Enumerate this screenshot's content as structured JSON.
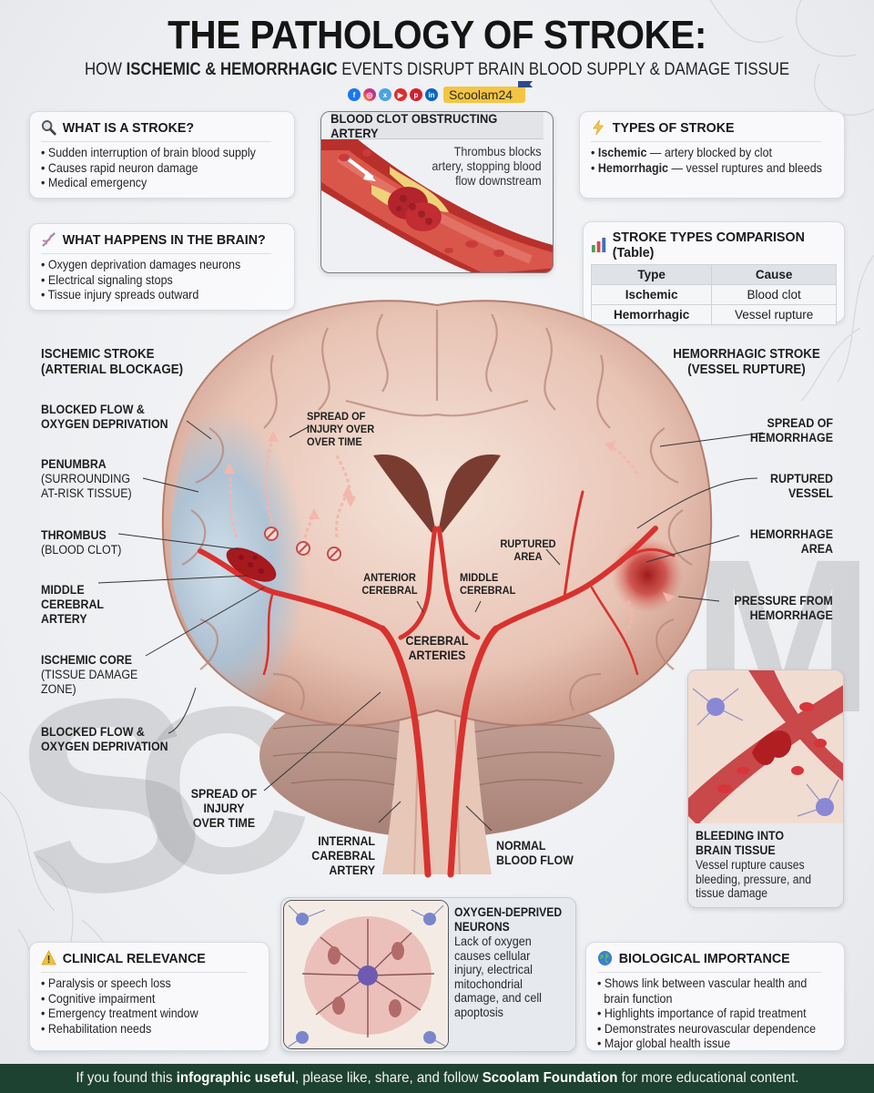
{
  "header": {
    "title": "THE PATHOLOGY OF STROKE:",
    "subtitle_pre": "HOW ",
    "subtitle_bold": "ISCHEMIC & HEMORRHAGIC",
    "subtitle_post": " EVENTS DISRUPT BRAIN BLOOD SUPPLY & DAMAGE TISSUE",
    "social_icons": [
      "facebook-icon",
      "instagram-icon",
      "x-icon",
      "youtube-icon",
      "pinterest-icon",
      "linkedin-icon"
    ],
    "handle": "Scoolam24"
  },
  "cards": {
    "what_is": {
      "icon": "magnifier-icon",
      "title": "WHAT IS A STROKE?",
      "items": [
        "Sudden interruption of brain blood supply",
        "Causes rapid neuron damage",
        "Medical emergency"
      ]
    },
    "what_happens": {
      "icon": "dna-icon",
      "title": "WHAT HAPPENS IN THE BRAIN?",
      "items": [
        "Oxygen deprivation damages neurons",
        "Electrical signaling stops",
        "Tissue injury spreads outward"
      ]
    },
    "clot": {
      "title": "BLOOD CLOT OBSTRUCTING ARTERY",
      "caption_lines": [
        "Thrombus blocks",
        "artery, stopping blood",
        "flow downstream"
      ]
    },
    "types": {
      "icon": "lightning-icon",
      "title": "TYPES OF STROKE",
      "items": [
        {
          "bold": "Ischemic",
          "text": " — artery blocked by clot"
        },
        {
          "bold": "Hemorrhagic",
          "text": " — vessel ruptures and bleeds"
        }
      ]
    },
    "comparison": {
      "icon": "bar-chart-icon",
      "title": "STROKE TYPES COMPARISON (Table)",
      "columns": [
        "Type",
        "Cause"
      ],
      "rows": [
        [
          "Ischemic",
          "Blood clot"
        ],
        [
          "Hemorrhagic",
          "Vessel rupture"
        ]
      ]
    },
    "clinical": {
      "icon": "warning-icon",
      "title": "CLINICAL RELEVANCE",
      "items": [
        "Paralysis or speech loss",
        "Cognitive impairment",
        "Emergency treatment window",
        "Rehabilitation needs"
      ]
    },
    "biological": {
      "icon": "globe-icon",
      "title": "BIOLOGICAL IMPORTANCE",
      "items": [
        "Shows link between vascular health and",
        "brain function",
        "Highlights importance of rapid treatment",
        "Demonstrates neurovascular dependence",
        "Major global health issue"
      ]
    },
    "bleeding": {
      "title_lines": [
        "BLEEDING INTO",
        "BRAIN TISSUE"
      ],
      "desc_lines": [
        "Vessel rupture causes",
        "bleeding, pressure, and",
        "tissue damage"
      ]
    },
    "neurons": {
      "title_lines": [
        "OXYGEN-DEPRIVED",
        "NEURONS"
      ],
      "desc_lines": [
        "Lack of oxygen",
        "causes cellular",
        "injury, electrical",
        "mitochondrial",
        "damage, and cell",
        "apoptosis"
      ]
    }
  },
  "diagram": {
    "left_heading": [
      "ISCHEMIC STROKE",
      "(ARTERIAL BLOCKAGE)"
    ],
    "right_heading": [
      "HEMORRHAGIC STROKE",
      "(VESSEL RUPTURE)"
    ],
    "left_labels": {
      "blocked_flow_1": {
        "bold": [
          "BLOCKED FLOW &",
          "OXYGEN DEPRIVATION"
        ]
      },
      "penumbra": {
        "bold": [
          "PENUMBRA"
        ],
        "sub": [
          "(SURROUNDING",
          "AT-RISK TISSUE)"
        ]
      },
      "thrombus": {
        "bold": [
          "THROMBUS"
        ],
        "sub": [
          "(BLOOD CLOT)"
        ]
      },
      "mca": {
        "bold": [
          "MIDDLE",
          "CEREBRAL",
          "ARTERY"
        ]
      },
      "core": {
        "bold": [
          "ISCHEMIC CORE"
        ],
        "sub": [
          "(TISSUE DAMAGE",
          "ZONE)"
        ]
      },
      "blocked_flow_2": {
        "bold": [
          "BLOCKED FLOW &",
          "OXYGEN DEPRIVATION"
        ]
      },
      "spread_bottom": {
        "bold": [
          "SPREAD OF",
          "INJURY",
          "OVER TIME"
        ]
      }
    },
    "center_labels": {
      "spread_top": [
        "SPREAD OF",
        "INJURY OVER",
        "OVER TIME"
      ],
      "anterior": [
        "ANTERIOR",
        "CEREBRAL"
      ],
      "middle": [
        "MIDDLE",
        "CEREBRAL"
      ],
      "cerebral_arteries": [
        "CEREBRAL",
        "ARTERIES"
      ],
      "ruptured_area": [
        "RUPTURED",
        "AREA"
      ],
      "internal": [
        "INTERNAL",
        "CAREBRAL",
        "ARTERY"
      ],
      "normal": [
        "NORMAL",
        "BLOOD FLOW"
      ]
    },
    "right_labels": {
      "spread": [
        "SPREAD OF",
        "HEMORRHAGE"
      ],
      "ruptured": [
        "RUPTURED",
        "VESSEL"
      ],
      "area": [
        "HEMORRHAGE",
        "AREA"
      ],
      "pressure": [
        "PRESSURE FROM",
        "HEMORRHAGE"
      ]
    },
    "watermark": "SCOOLAM"
  },
  "footer": {
    "pre": "If you found this ",
    "bold1": "infographic useful",
    "mid": ", please like, share, and follow ",
    "bold2": "Scoolam Foundation",
    "post": " for more educational content."
  },
  "colors": {
    "footer_bg": "#1e4232",
    "artery_red": "#d8322f",
    "ischemic_blue": "#a9c3d8",
    "brain_pink": "#e8c6b8",
    "handle_yellow": "#f4c542"
  }
}
